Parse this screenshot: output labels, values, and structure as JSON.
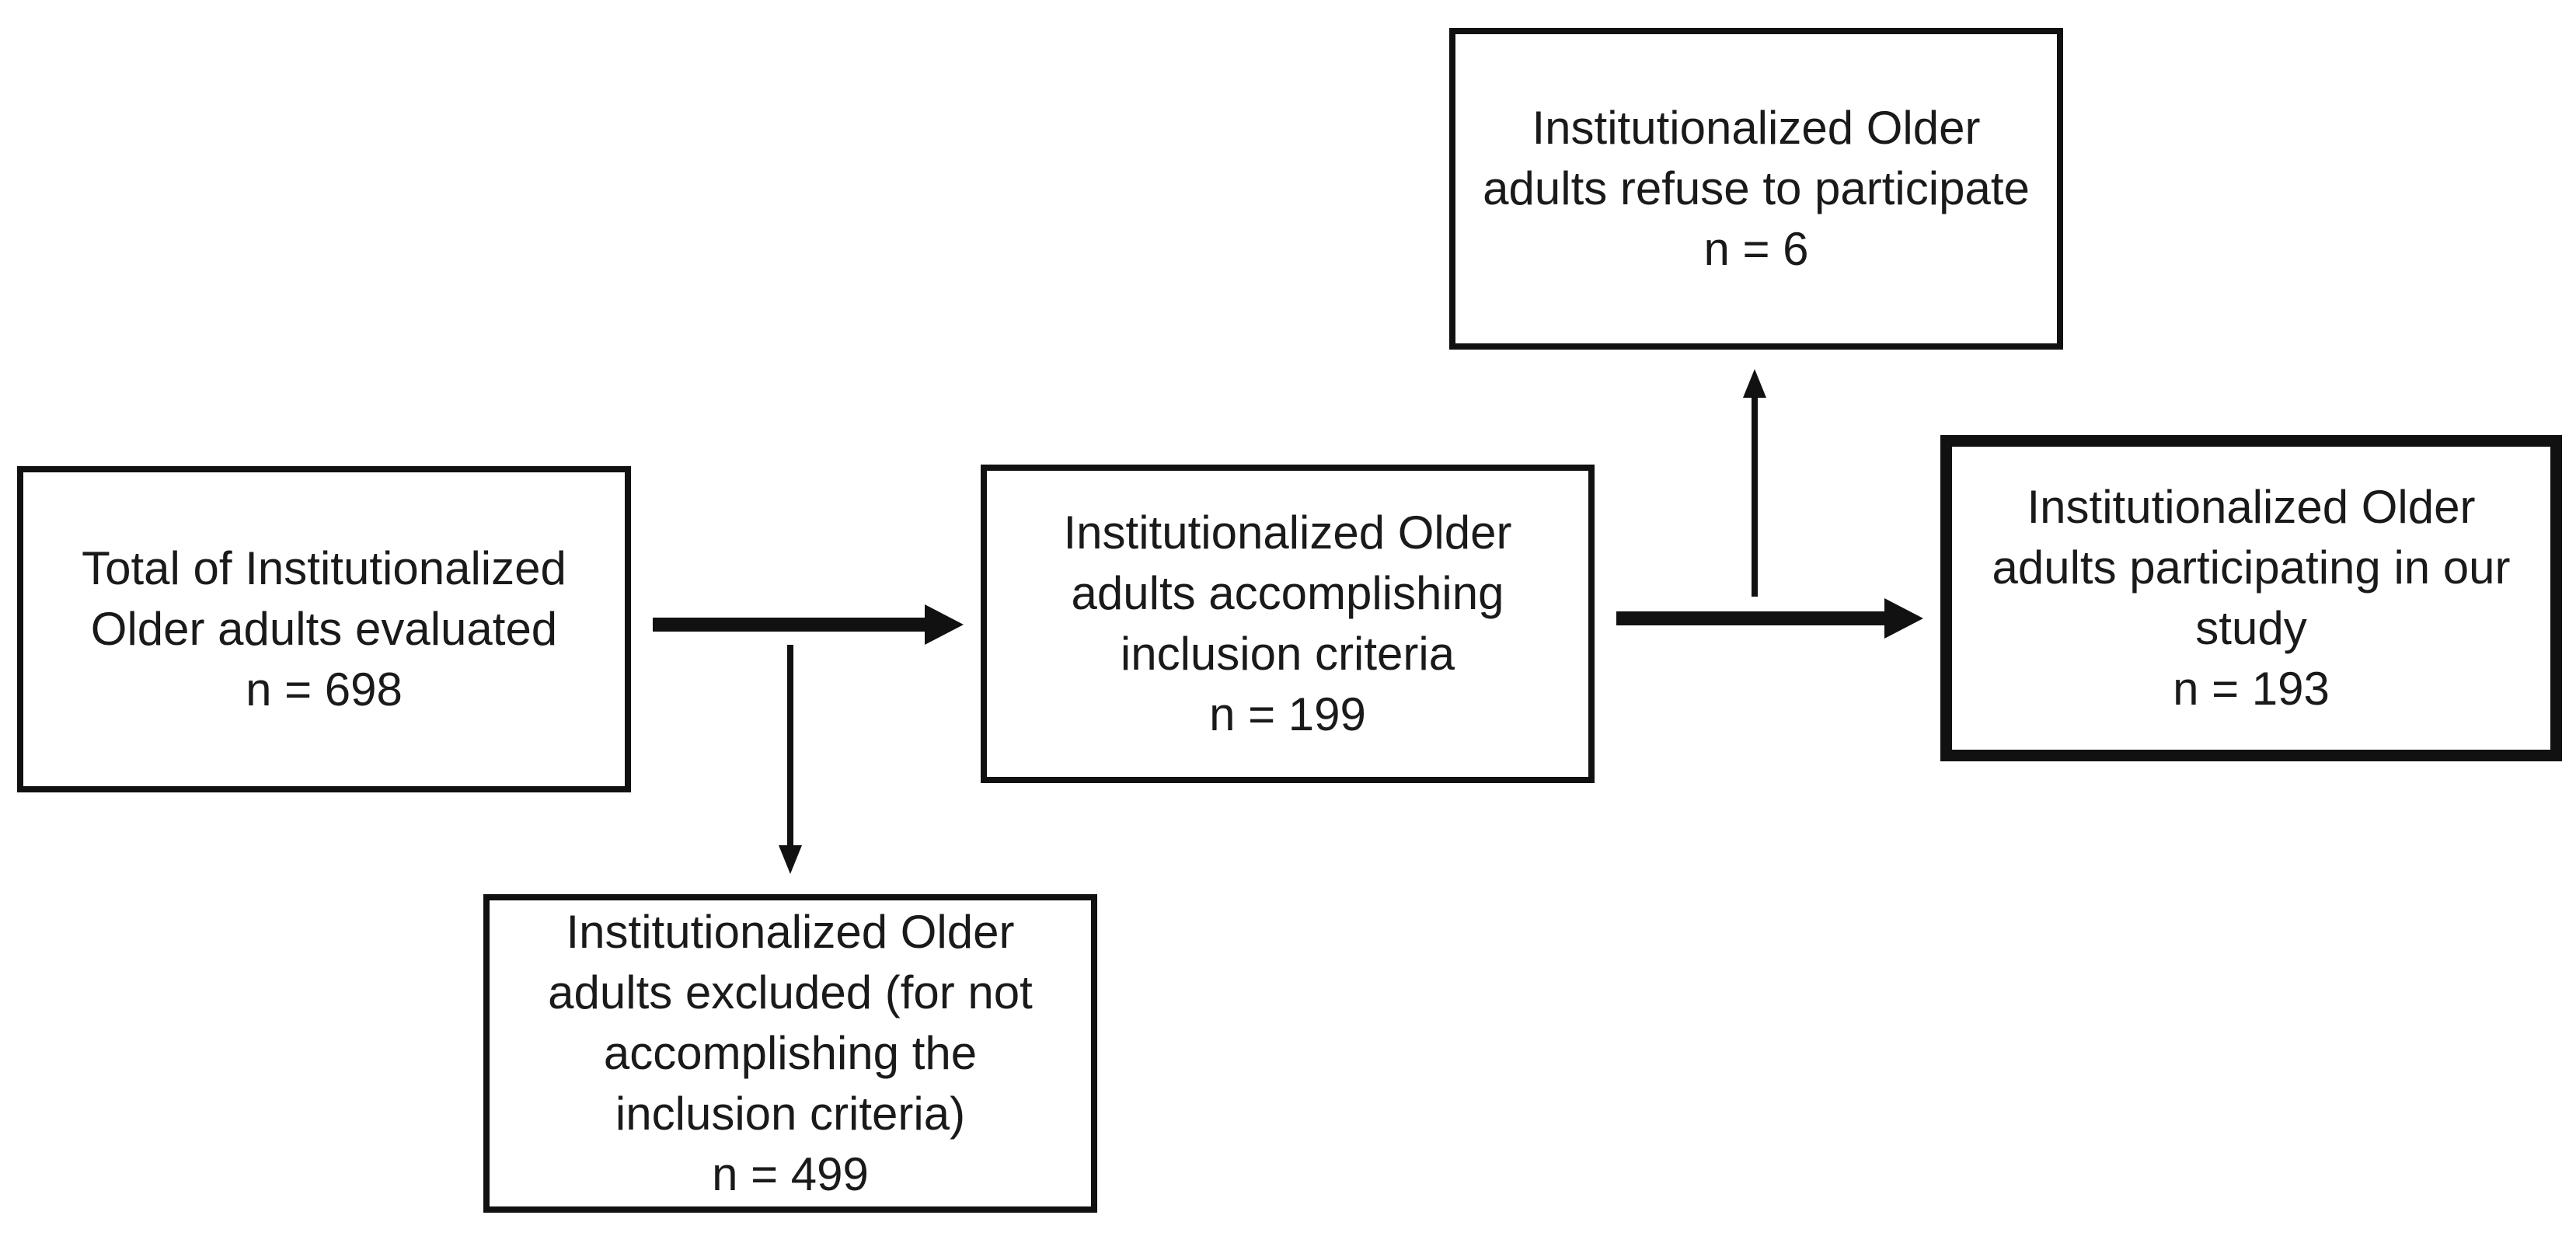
{
  "diagram": {
    "boxes": {
      "total": {
        "lines": [
          "Total of Institutionalized",
          "Older adults evaluated",
          "n = 698"
        ]
      },
      "inclusion": {
        "lines": [
          "Institutionalized Older",
          "adults accomplishing",
          "inclusion criteria",
          "n = 199"
        ]
      },
      "excluded": {
        "lines": [
          "Institutionalized Older",
          "adults excluded (for not",
          "accomplishing the",
          "inclusion criteria)",
          "n = 499"
        ]
      },
      "refuse": {
        "lines": [
          "Institutionalized Older",
          "adults refuse to participate",
          "n = 6"
        ]
      },
      "participating": {
        "lines": [
          "Institutionalized Older",
          "adults participating in our",
          "study",
          "n = 193"
        ]
      }
    },
    "colors": {
      "stroke": "#111111",
      "text": "#1a1a1a",
      "background": "#ffffff"
    }
  }
}
